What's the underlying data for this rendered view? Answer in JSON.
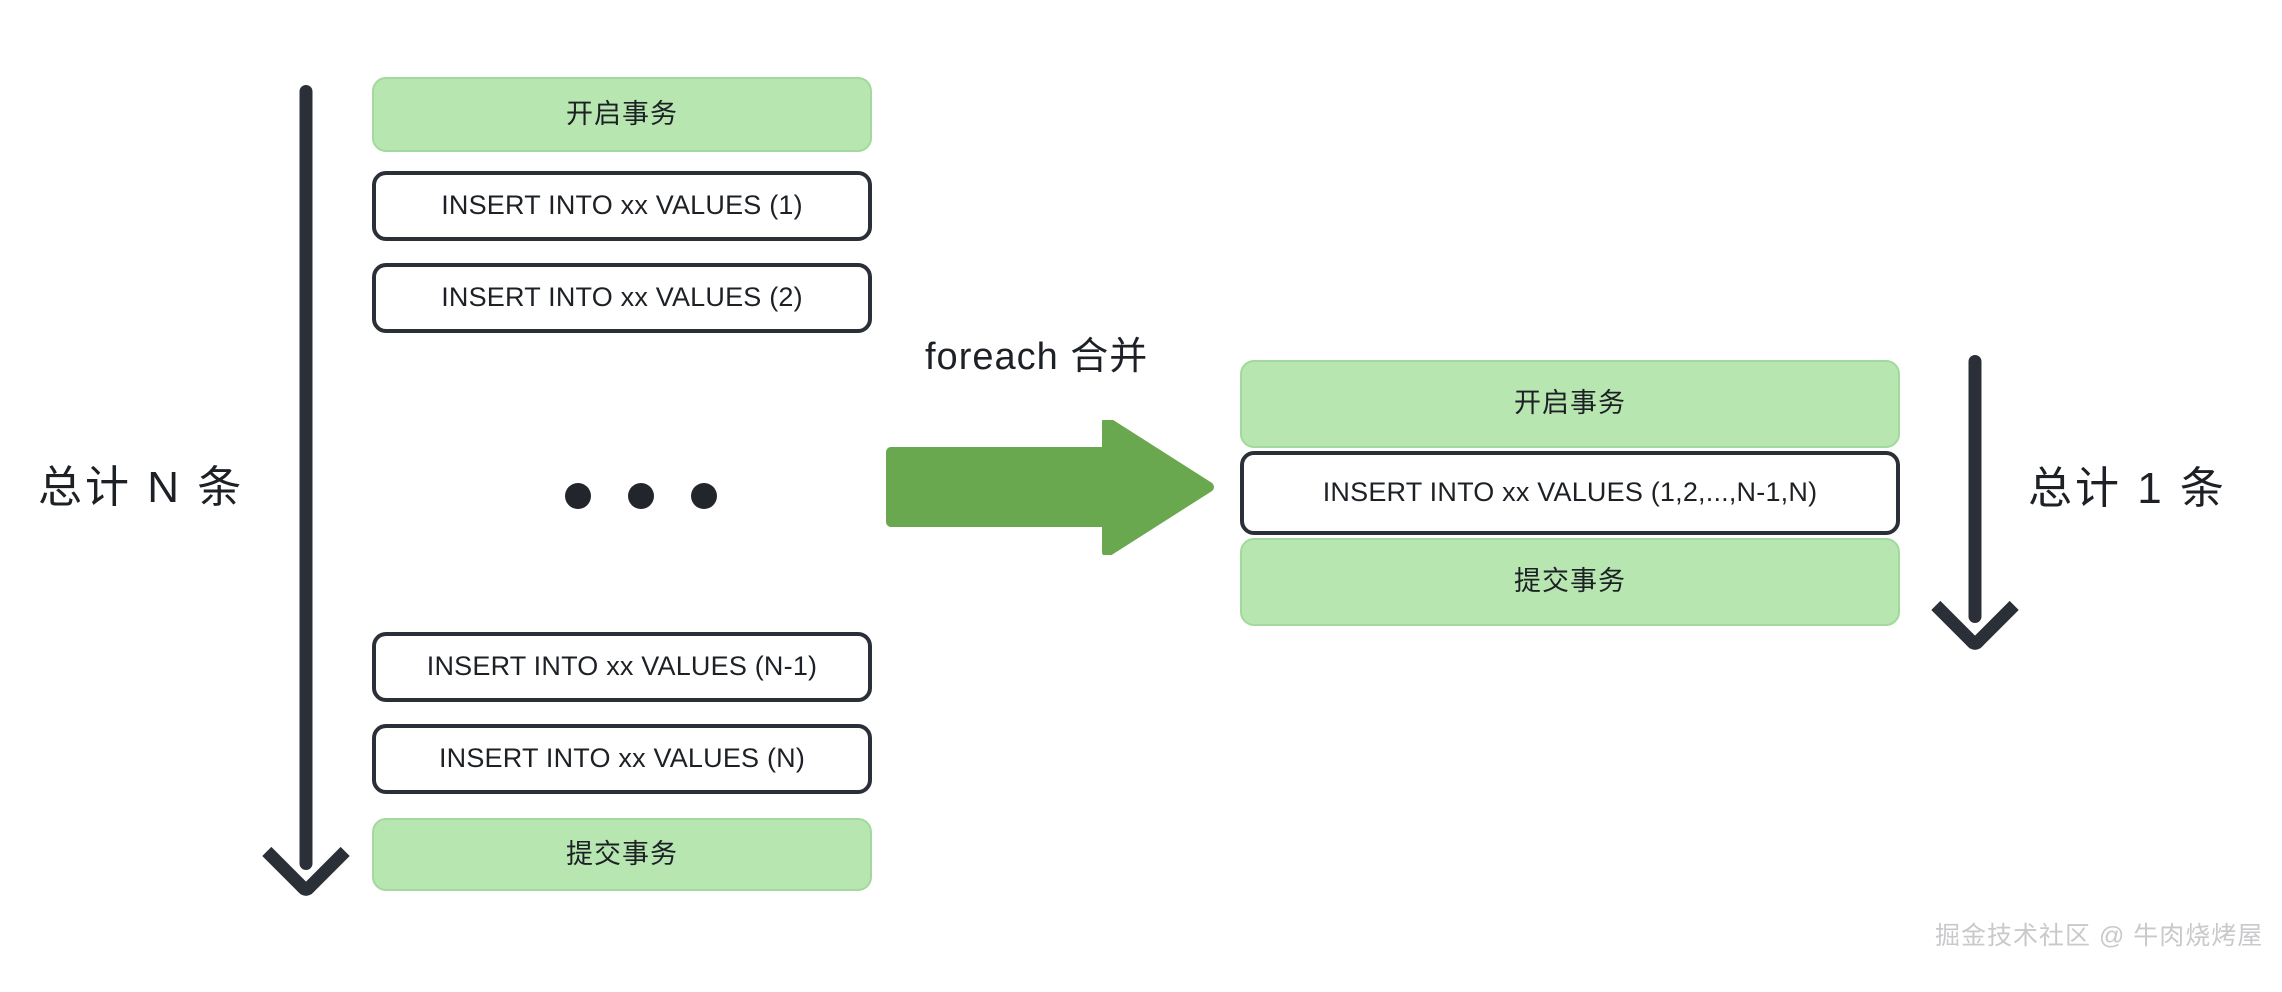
{
  "diagram": {
    "background_color": "#ffffff",
    "green_fill": "#b7e6b1",
    "green_border": "#a2d99c",
    "dark_stroke": "#2b3038",
    "merge_arrow_color": "#6aa84f",
    "watermark_color": "#c9c9cc"
  },
  "left_group": {
    "caption": "总计 N 条",
    "boxes": [
      {
        "label": "开启事务",
        "kind": "green"
      },
      {
        "label": "INSERT INTO xx VALUES (1)",
        "kind": "white"
      },
      {
        "label": "INSERT INTO xx VALUES (2)",
        "kind": "white"
      },
      {
        "label": "INSERT INTO xx VALUES (N-1)",
        "kind": "white"
      },
      {
        "label": "INSERT INTO xx VALUES (N)",
        "kind": "white"
      },
      {
        "label": "提交事务",
        "kind": "green"
      }
    ],
    "ellipsis_dot_count": 3
  },
  "middle": {
    "arrow_label": "foreach 合并",
    "arrow_direction": "right"
  },
  "right_group": {
    "caption": "总计 1 条",
    "boxes": [
      {
        "label": "开启事务",
        "kind": "green"
      },
      {
        "label": "INSERT INTO xx VALUES (1,2,...,N-1,N)",
        "kind": "white"
      },
      {
        "label": "提交事务",
        "kind": "green"
      }
    ]
  },
  "watermark": {
    "text": "掘金技术社区 @ 牛肉烧烤屋"
  }
}
